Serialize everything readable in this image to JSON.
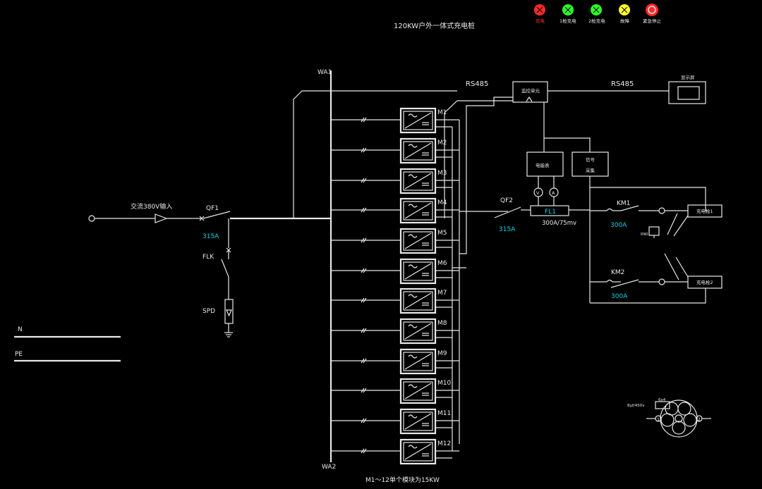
{
  "title": "120KW户外一体式充电桩",
  "status_legend": [
    {
      "label": "充电",
      "color": "#ff2a2a"
    },
    {
      "label": "1枪充电",
      "color": "#2aff2a"
    },
    {
      "label": "2枪充电",
      "color": "#2aff2a"
    },
    {
      "label": "故障",
      "color": "#ffff2a"
    },
    {
      "label": "紧急停止",
      "color": "#ff2a2a"
    }
  ],
  "busbar": {
    "top_label": "WA1",
    "bottom_label": "WA2"
  },
  "input": {
    "label": "交流380V输入",
    "breaker": "QF1",
    "rating": "315A"
  },
  "surge": {
    "switch": "FLK",
    "device": "SPD"
  },
  "ground_lines": {
    "neutral": "N",
    "protective_earth": "PE"
  },
  "modules": [
    "M1",
    "M2",
    "M3",
    "M4",
    "M5",
    "M6",
    "M7",
    "M8",
    "M9",
    "M10",
    "M11",
    "M12"
  ],
  "module_note": "M1～12单个模块为15KW",
  "comm": {
    "left": "RS485",
    "right": "RS485"
  },
  "monitor": "监控单元",
  "display": "显示屏",
  "meter": "电能表",
  "signal": [
    "信号",
    "采集"
  ],
  "meter_v": "V",
  "meter_a": "A",
  "dc_out": {
    "breaker": "QF2",
    "rating": "315A",
    "shunt": "FL1",
    "shunt_rating": "300A/75mv"
  },
  "contactors": [
    {
      "name": "KM1",
      "rating": "300A",
      "gun": "充电枪1"
    },
    {
      "name": "KM2",
      "rating": "300A",
      "gun": "充电枪2"
    }
  ],
  "component_small": "RN0",
  "fan": {
    "capacitor": "8μf/450v",
    "cap_box": "6x4",
    "pin1": "1",
    "pin2": "2"
  },
  "colors": {
    "line": "#e8e8e8",
    "accent": "#00d5e8",
    "bg": "#000000"
  }
}
